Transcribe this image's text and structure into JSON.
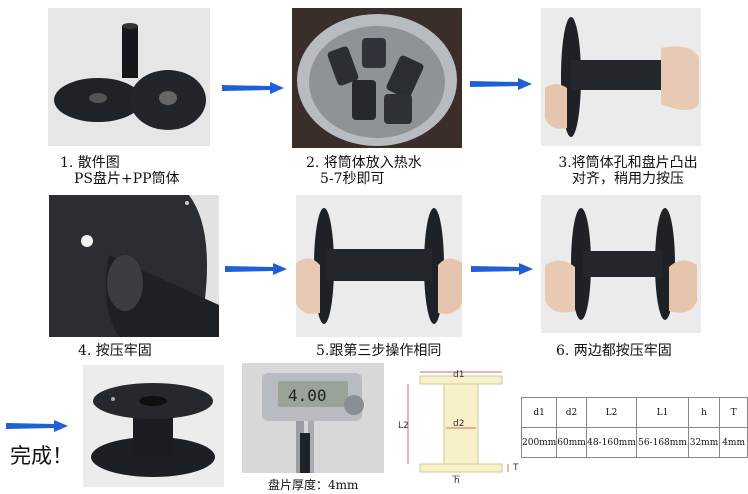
{
  "steps": [
    {
      "line1": "1. 散件图",
      "line2": "PS盘片+PP筒体"
    },
    {
      "line1": "2. 将筒体放入热水",
      "line2": "5-7秒即可"
    },
    {
      "line1": "3.将筒体孔和盘片凸出",
      "line2": "对齐，稍用力按压"
    },
    {
      "line1": "4. 按压牢固"
    },
    {
      "line1": "5.跟第三步操作相同"
    },
    {
      "line1": "6. 两边都按压牢固"
    }
  ],
  "finish_label": "完成！",
  "thickness_caption": "盘片厚度：4mm",
  "caliper_reading": "4.00",
  "diagram_labels": {
    "d1": "d1",
    "d2": "d2",
    "L2": "L2",
    "h": "h",
    "T": "T"
  },
  "spec_table": {
    "headers": [
      "d1",
      "d2",
      "L2",
      "L1",
      "h",
      "T"
    ],
    "values": [
      "200mm",
      "60mm",
      "48-160mm",
      "56-168mm",
      "32mm",
      "4mm"
    ]
  },
  "colors": {
    "arrow": "#1f5fd6",
    "spool": "#1c1f24",
    "dimension_fill": "#f7f0c8",
    "dimension_line": "#e06666"
  }
}
